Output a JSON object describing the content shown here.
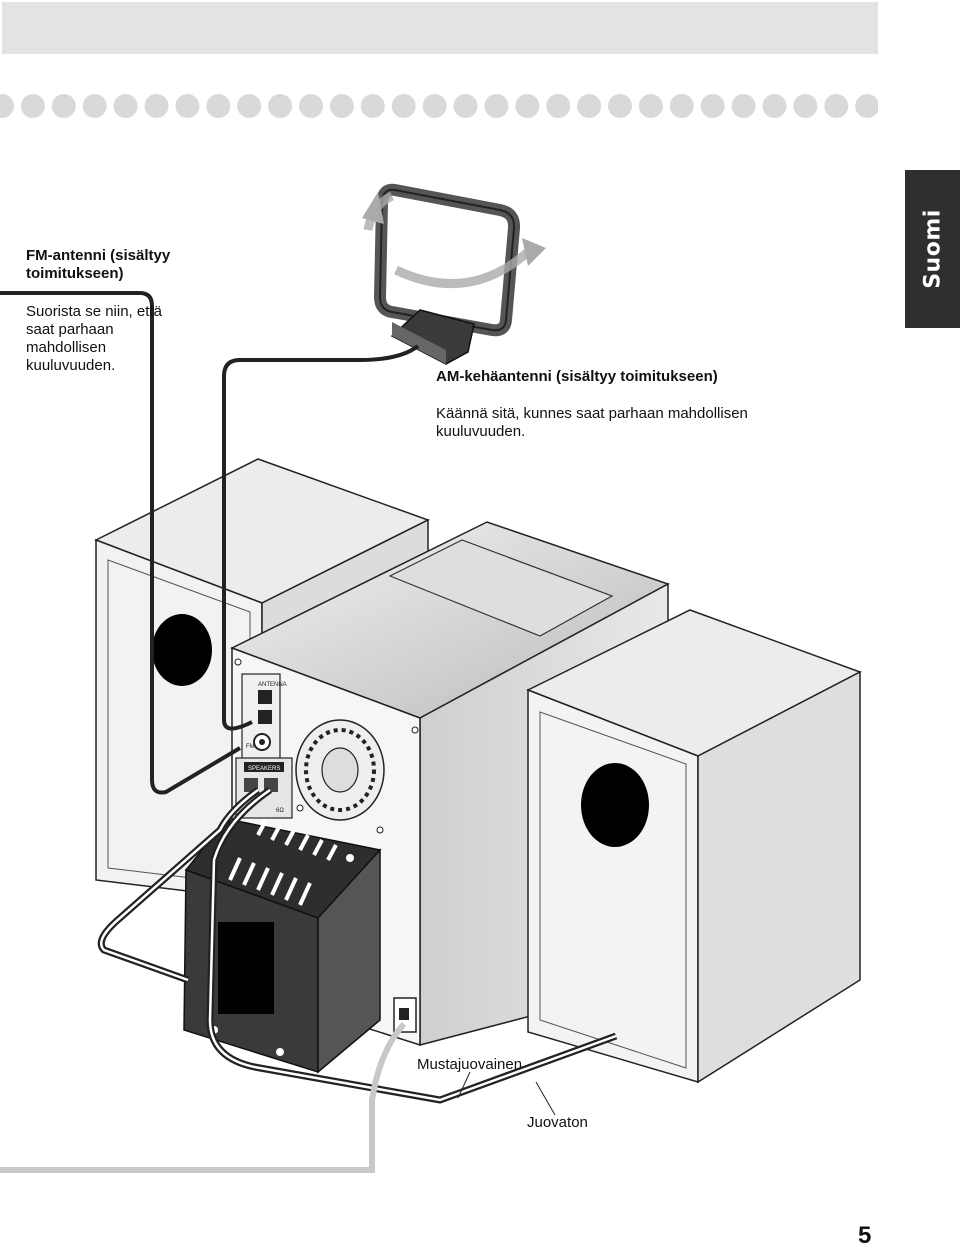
{
  "side_tab": {
    "label": "Suomi"
  },
  "fm_antenna": {
    "title": "FM-antenni (sisältyy toimitukseen)",
    "text": "Suorista se niin, että saat parhaan mahdollisen kuuluvuuden."
  },
  "am_antenna": {
    "title": "AM-kehäantenni (sisältyy toimitukseen)",
    "text": "Käännä sitä, kunnes saat parhaan mahdollisen kuuluvuuden."
  },
  "speaker_wires": {
    "striped": "Mustajuovainen",
    "plain": "Juovaton"
  },
  "panel_labels": {
    "antenna": "ANTENNA",
    "fm": "FM",
    "speakers": "SPEAKERS",
    "impedance": "6Ω"
  },
  "page_number": "5"
}
